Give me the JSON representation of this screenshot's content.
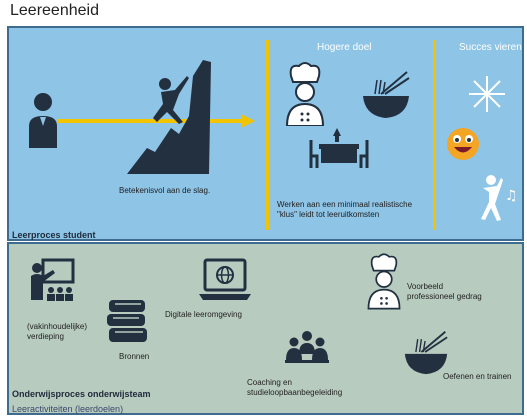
{
  "title": "Leereenheid",
  "top": {
    "col_hogere_doel": "Hogere doel",
    "col_succes_vieren": "Succes vieren",
    "caption_slag": "Betekenisvol aan de slag.",
    "caption_klus": "Werken aan een minimaal realistische \"klus\" leidt tot leeruitkomsten",
    "footer_label": "Leerproces student"
  },
  "bottom": {
    "verdieping": "(vakinhoudelijke) verdieping",
    "bronnen": "Bronnen",
    "digitale": "Digitale leeromgeving",
    "coaching": "Coaching en studieloopbaanbegeleiding",
    "voorbeeld": "Voorbeeld professioneel gedrag",
    "oefenen": "Oefenen en trainen",
    "footer_label": "Onderwijsproces onderwijsteam",
    "footer_sub": "Leeractiviteiten (leerdoelen)"
  },
  "colors": {
    "top_bg": "#8ec4e6",
    "bottom_bg": "#b8cbbf",
    "accent": "#f2c400",
    "icon": "#223040"
  },
  "icons": [
    "student-icon",
    "climber-icon",
    "chef-icon",
    "noodle-bowl-icon",
    "dinner-table-icon",
    "fireworks-icon",
    "smiley-icon",
    "dancer-icon",
    "teacher-icon",
    "books-icon",
    "laptop-icon",
    "group-icon"
  ]
}
